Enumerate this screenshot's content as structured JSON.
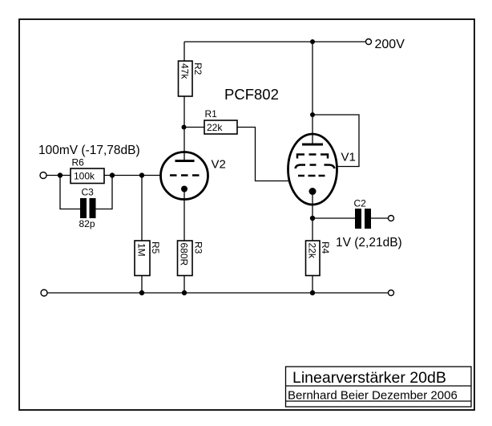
{
  "labels": {
    "supply": "200V",
    "tube_type": "PCF802",
    "input_level": "100mV (-17,78dB)",
    "output_level": "1V (2,21dB)",
    "v1": "V1",
    "v2": "V2"
  },
  "components": {
    "r1": {
      "ref": "R1",
      "value": "22k"
    },
    "r2": {
      "ref": "R2",
      "value": "47k"
    },
    "r3": {
      "ref": "R3",
      "value": "680R"
    },
    "r4": {
      "ref": "R4",
      "value": "22k"
    },
    "r5": {
      "ref": "R5",
      "value": "1M"
    },
    "r6": {
      "ref": "R6",
      "value": "100k"
    },
    "c2": {
      "ref": "C2"
    },
    "c3": {
      "ref": "C3",
      "value": "82p"
    }
  },
  "title_block": {
    "title": "Linearverstärker 20dB",
    "author": "Bernhard Beier Dezember 2006"
  },
  "colors": {
    "line": "#000000",
    "background": "#ffffff"
  }
}
